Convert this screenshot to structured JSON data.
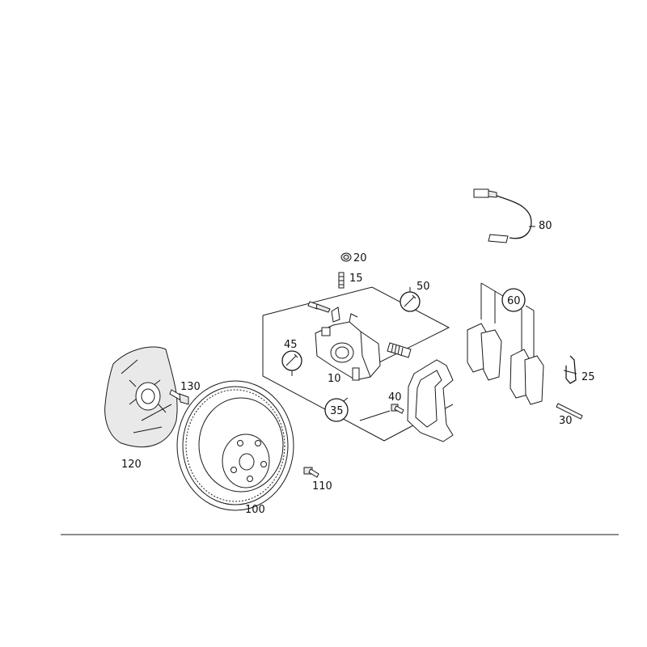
{
  "parts": {
    "p10": "10",
    "p15": "15",
    "p20": "20",
    "p25": "25",
    "p30": "30",
    "p35": "35",
    "p40": "40",
    "p45": "45",
    "p50": "50",
    "p60": "60",
    "p80": "80",
    "p100": "100",
    "p110": "110",
    "p120": "120",
    "p130": "130"
  }
}
